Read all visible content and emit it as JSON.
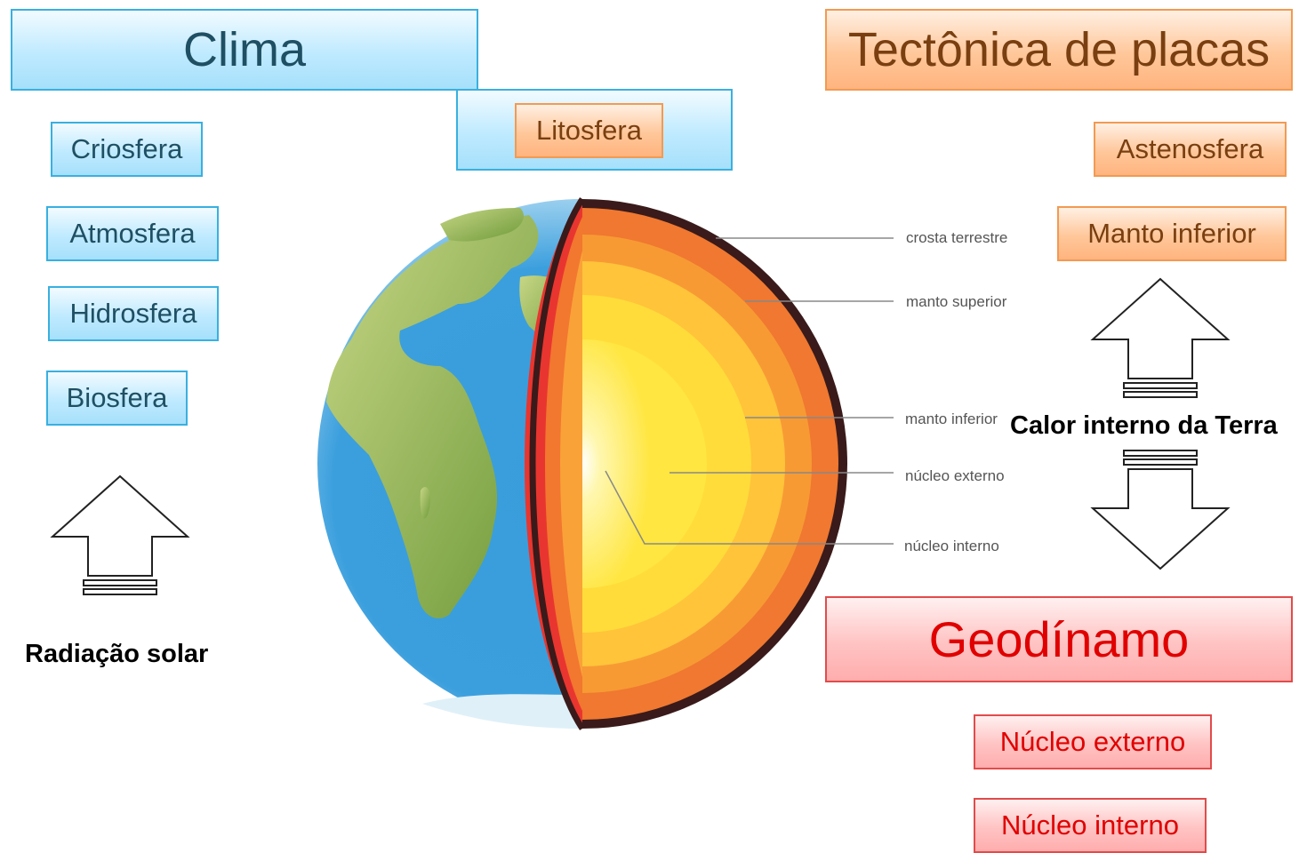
{
  "clima": {
    "title": "Clima",
    "items": [
      "Criosfera",
      "Atmosfera",
      "Hidrosfera",
      "Biosfera"
    ],
    "arrow_label": "Radiação solar"
  },
  "litosfera": {
    "label": "Litosfera"
  },
  "tectonica": {
    "title": "Tectônica de placas",
    "items": [
      "Astenosfera",
      "Manto inferior"
    ]
  },
  "calor": {
    "label": "Calor interno da Terra"
  },
  "geodinamo": {
    "title": "Geodínamo",
    "items": [
      "Núcleo externo",
      "Núcleo interno"
    ]
  },
  "earth": {
    "layers": [
      "crosta terrestre",
      "manto superior",
      "manto inferior",
      "núcleo externo",
      "núcleo interno"
    ]
  },
  "colors": {
    "clima_accent": "#39b0e0",
    "tectonica_accent": "#f29a52",
    "geodinamo_accent": "#e24b4b"
  }
}
